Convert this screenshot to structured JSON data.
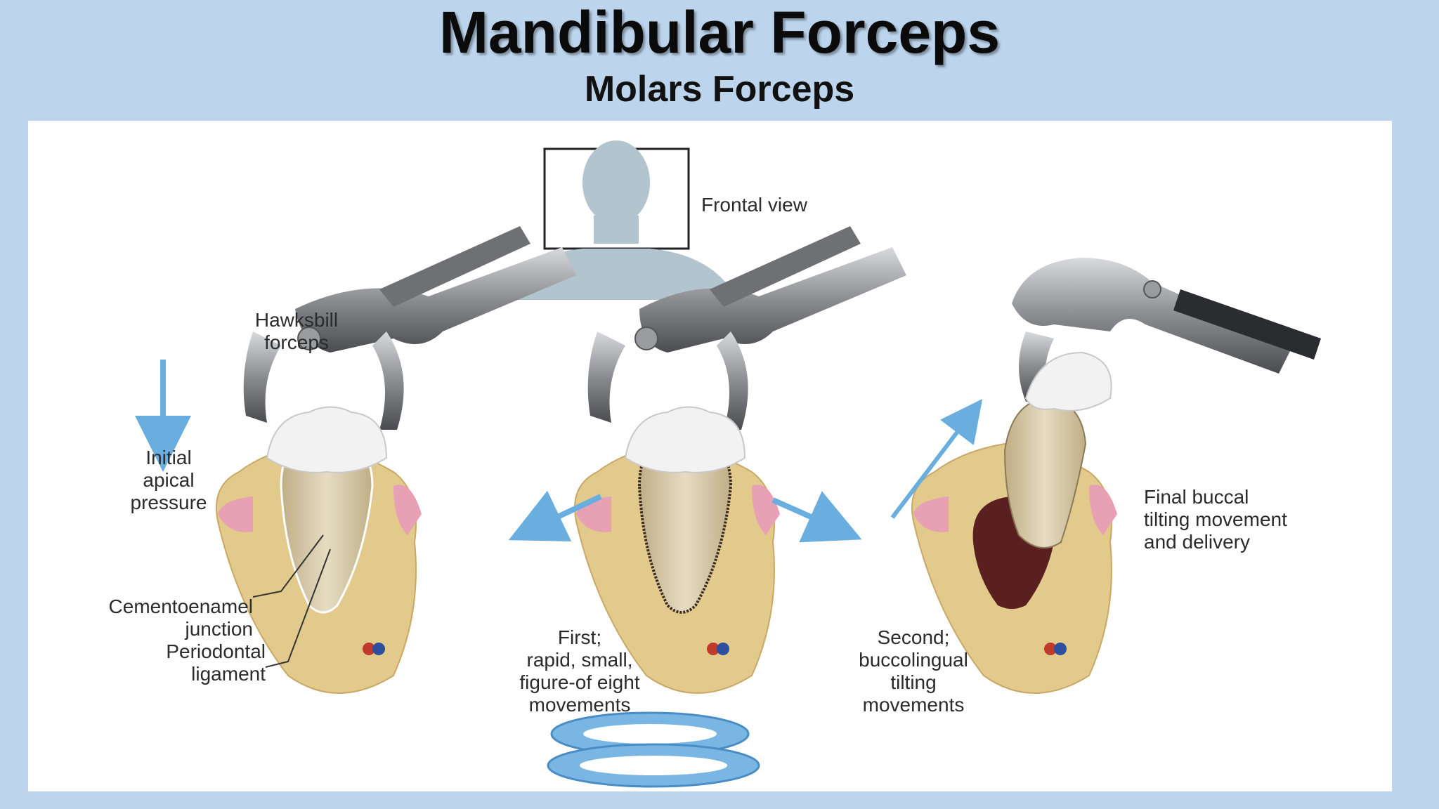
{
  "slide": {
    "title": "Mandibular Forceps",
    "subtitle": "Molars Forceps"
  },
  "diagram": {
    "frontal_view": "Frontal view",
    "forceps_label": "Hawksbill\nforceps",
    "initial_pressure": "Initial\napical\npressure",
    "cej": "Cementoenamel\njunction",
    "pdl": "Periodontal\nligament",
    "first_step": "First;\nrapid, small,\nfigure-of eight\nmovements",
    "second_step": "Second;\nbuccolingual\ntilting\nmovements",
    "final_step": "Final buccal\ntilting movement\nand delivery"
  },
  "colors": {
    "background": "#bcd4ec",
    "panel": "#ffffff",
    "arrow": "#6aaee0",
    "silhouette": "#b2c5cf",
    "gingiva": "#e8a0b4",
    "bone": "#e2c98c",
    "tooth_crown": "#f2f2f2",
    "tooth_root": "#d7c9a8",
    "forceps": "#8a8c90"
  }
}
